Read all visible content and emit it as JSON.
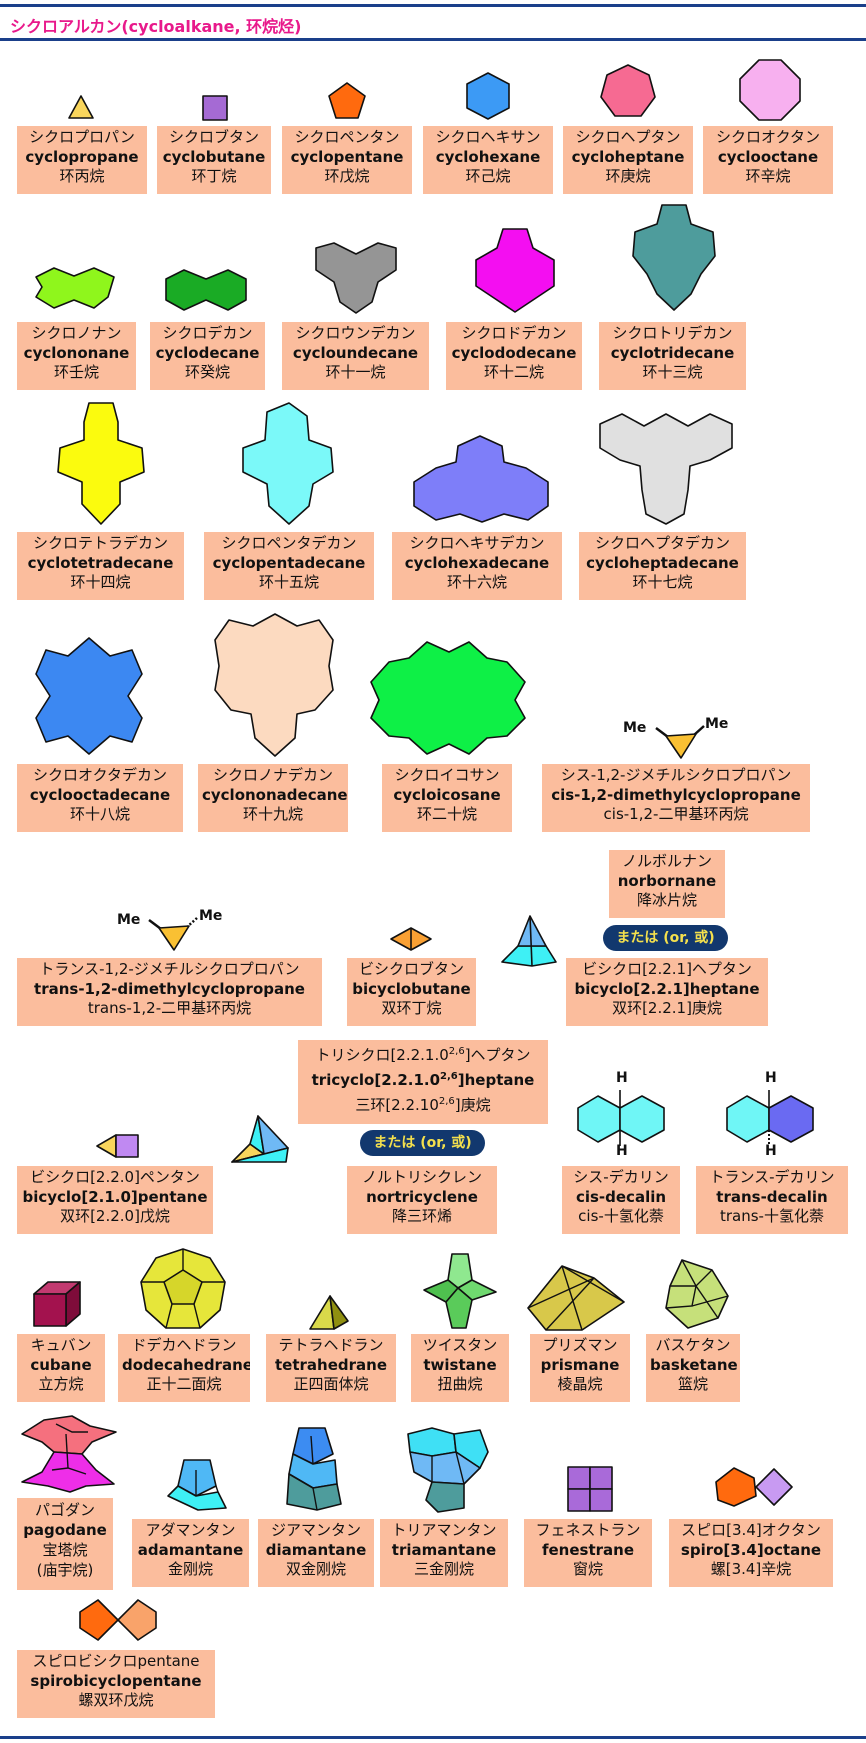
{
  "page": {
    "title": "シクロアルカン(cycloalkane, 环烷烃)"
  },
  "compounds": {
    "cyclopropane": {
      "ja": "シクロプロパン",
      "en": "cyclopropane",
      "zh": "环丙烷",
      "color": "#f9d65c"
    },
    "cyclobutane": {
      "ja": "シクロブタン",
      "en": "cyclobutane",
      "zh": "环丁烷",
      "color": "#a56ad4"
    },
    "cyclopentane": {
      "ja": "シクロペンタン",
      "en": "cyclopentane",
      "zh": "环戊烷",
      "color": "#ff6a0e"
    },
    "cyclohexane": {
      "ja": "シクロヘキサン",
      "en": "cyclohexane",
      "zh": "环己烷",
      "color": "#3c9af5"
    },
    "cycloheptane": {
      "ja": "シクロヘプタン",
      "en": "cycloheptane",
      "zh": "环庚烷",
      "color": "#f66a92"
    },
    "cyclooctane": {
      "ja": "シクロオクタン",
      "en": "cyclooctane",
      "zh": "环辛烷",
      "color": "#f7b0ef"
    },
    "cyclononane": {
      "ja": "シクロノナン",
      "en": "cyclononane",
      "zh": "环壬烷",
      "color": "#8ff61c"
    },
    "cyclodecane": {
      "ja": "シクロデカン",
      "en": "cyclodecane",
      "zh": "环癸烷",
      "color": "#1aab25"
    },
    "cycloundecane": {
      "ja": "シクロウンデカン",
      "en": "cycloundecane",
      "zh": "环十一烷",
      "color": "#959595"
    },
    "cyclododecane": {
      "ja": "シクロドデカン",
      "en": "cyclododecane",
      "zh": "环十二烷",
      "color": "#f40ef1"
    },
    "cyclotridecane": {
      "ja": "シクロトリデカン",
      "en": "cyclotridecane",
      "zh": "环十三烷",
      "color": "#4e9c9c"
    },
    "cyclotetradecane": {
      "ja": "シクロテトラデカン",
      "en": "cyclotetradecane",
      "zh": "环十四烷",
      "color": "#fbfb0e"
    },
    "cyclopentadecane": {
      "ja": "シクロペンタデカン",
      "en": "cyclopentadecane",
      "zh": "环十五烷",
      "color": "#7bf9f9"
    },
    "cyclohexadecane": {
      "ja": "シクロヘキサデカン",
      "en": "cyclohexadecane",
      "zh": "环十六烷",
      "color": "#7e7ef9"
    },
    "cycloheptadecane": {
      "ja": "シクロヘプタデカン",
      "en": "cycloheptadecane",
      "zh": "环十七烷",
      "color": "#e0e0e0"
    },
    "cyclooctadecane": {
      "ja": "シクロオクタデカン",
      "en": "cyclooctadecane",
      "zh": "环十八烷",
      "color": "#3c88f2"
    },
    "cyclononadecane": {
      "ja": "シクロノナデカン",
      "en": "cyclononadecane",
      "zh": "环十九烷",
      "color": "#fcdac0"
    },
    "cycloicosane": {
      "ja": "シクロイコサン",
      "en": "cycloicosane",
      "zh": "环二十烷",
      "color": "#0ef046"
    },
    "cis12": {
      "ja": "シス-1,2-ジメチルシクロプロパン",
      "en": "cis-1,2-dimethylcyclopropane",
      "zh": "cis-1,2-二甲基环丙烷",
      "me": "Me",
      "color": "#f9c033"
    },
    "norbornane": {
      "ja": "ノルボルナン",
      "en": "norbornane",
      "zh": "降冰片烷"
    },
    "or1": {
      "label": "または (or, 或)"
    },
    "trans12": {
      "ja": "トランス-1,2-ジメチルシクロプロパン",
      "en": "trans-1,2-dimethylcyclopropane",
      "zh": "trans-1,2-二甲基环丙烷",
      "me": "Me"
    },
    "bicyclobutane": {
      "ja": "ビシクロブタン",
      "en": "bicyclobutane",
      "zh": "双环丁烷",
      "color": "#f9a033"
    },
    "bicycloheptane": {
      "ja": "ビシクロ[2.2.1]ヘプタン",
      "en": "bicyclo[2.2.1]heptane",
      "zh": "双环[2.2.1]庚烷",
      "color": "#3ef0f5"
    },
    "tricyclo": {
      "ja1": "トリシクロ[2.2.1.0",
      "ja2": "]ヘプタン",
      "en1": "tricyclo[2.2.1.0",
      "en2": "]heptane",
      "zh1": "三环[2.2.10",
      "zh2": "]庚烷",
      "sup": "2,6"
    },
    "or2": {
      "label": "または (or, 或)"
    },
    "bicyclopentane": {
      "ja": "ビシクロ[2.2.0]ペンタン",
      "en": "bicyclo[2.1.0]pentane",
      "zh": "双环[2.2.0]戊烷",
      "color": "#c089f2"
    },
    "nortricyclene": {
      "ja": "ノルトリシクレン",
      "en": "nortricyclene",
      "zh": "降三环烯"
    },
    "cisdecalin": {
      "ja": "シス-デカリン",
      "en": "cis-decalin",
      "zh": "cis-十氢化萘",
      "h": "H",
      "color": "#6ff6f6"
    },
    "transdecalin": {
      "ja": "トランス-デカリン",
      "en": "trans-decalin",
      "zh": "trans-十氢化萘",
      "h": "H",
      "color2": "#6a6af2"
    },
    "cubane": {
      "ja": "キュバン",
      "en": "cubane",
      "zh": "立方烷",
      "color": "#a3124e"
    },
    "dodecahedrane": {
      "ja": "ドデカヘドラン",
      "en": "dodecahedrane",
      "zh": "正十二面烷",
      "color": "#e6e63a"
    },
    "tetrahedrane": {
      "ja": "テトラヘドラン",
      "en": "tetrahedrane",
      "zh": "正四面体烷",
      "color": "#b9b91e"
    },
    "twistane": {
      "ja": "ツイスタン",
      "en": "twistane",
      "zh": "扭曲烷",
      "color": "#6fd96f"
    },
    "prismane": {
      "ja": "プリズマン",
      "en": "prismane",
      "zh": "棱晶烷",
      "color": "#d8c84a"
    },
    "basketane": {
      "ja": "バスケタン",
      "en": "basketane",
      "zh": "篮烷",
      "color": "#c6e07a"
    },
    "pagodane": {
      "ja": "パゴダン",
      "en": "pagodane",
      "zh": "宝塔烷",
      "extra": "(庙宇烷)",
      "color": "#f5707e"
    },
    "adamantane": {
      "ja": "アダマンタン",
      "en": "adamantane",
      "zh": "金刚烷",
      "color": "#4fb8f5"
    },
    "diamantane": {
      "ja": "ジアマンタン",
      "en": "diamantane",
      "zh": "双金刚烷",
      "color": "#3c8cf2"
    },
    "triamantane": {
      "ja": "トリアマンタン",
      "en": "triamantane",
      "zh": "三金刚烷",
      "color": "#3fe0f5"
    },
    "fenestrane": {
      "ja": "フェネストラン",
      "en": "fenestrane",
      "zh": "窗烷",
      "color": "#a96ad9"
    },
    "spiro34": {
      "ja": "スピロ[3.4]オクタン",
      "en": "spiro[3.4]octane",
      "zh": "螺[3.4]辛烷",
      "color": "#ff6a0e",
      "color2": "#c89af2"
    },
    "spirobicyclopentane": {
      "ja": "スピロビシクロpentane",
      "en": "spirobicyclopentane",
      "zh": "螺双环戊烷",
      "color": "#ff6a0e",
      "color2": "#f9a36a"
    }
  },
  "colors": {
    "card": "#fbbd9d",
    "title": "#e8198b",
    "rule": "#1a3f8a",
    "pill": "#12386e",
    "pill_text": "#f4e04d"
  }
}
